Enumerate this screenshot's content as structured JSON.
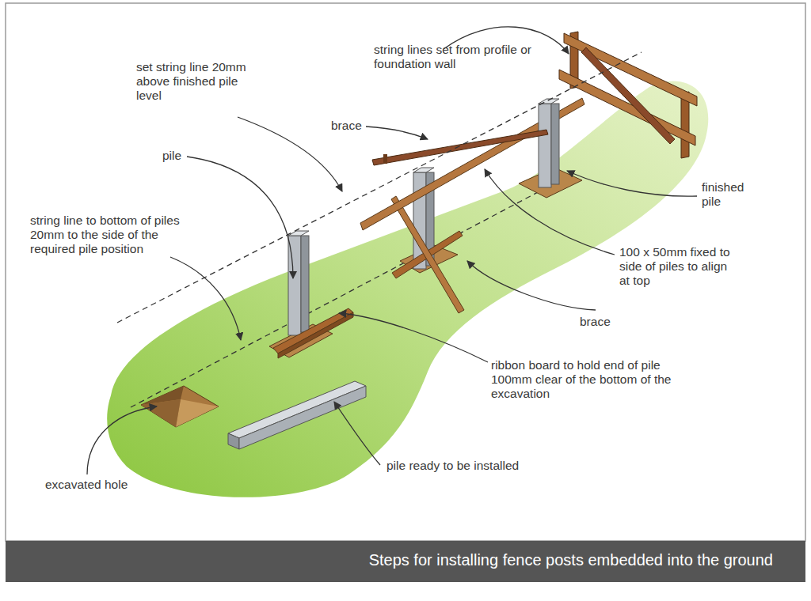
{
  "diagram": {
    "caption": "Steps for installing fence posts embedded into the ground",
    "labels": [
      "string lines set from profile or foundation wall",
      "set string line 20mm above finished pile level",
      "brace",
      "pile",
      "finished pile",
      "string line to bottom of piles 20mm to the side of the required pile position",
      "100 x 50mm fixed to side of piles to align at top",
      "brace",
      "ribbon board to hold end of pile 100mm clear of the bottom of the excavation",
      "excavated hole",
      "pile ready to be installed"
    ]
  }
}
